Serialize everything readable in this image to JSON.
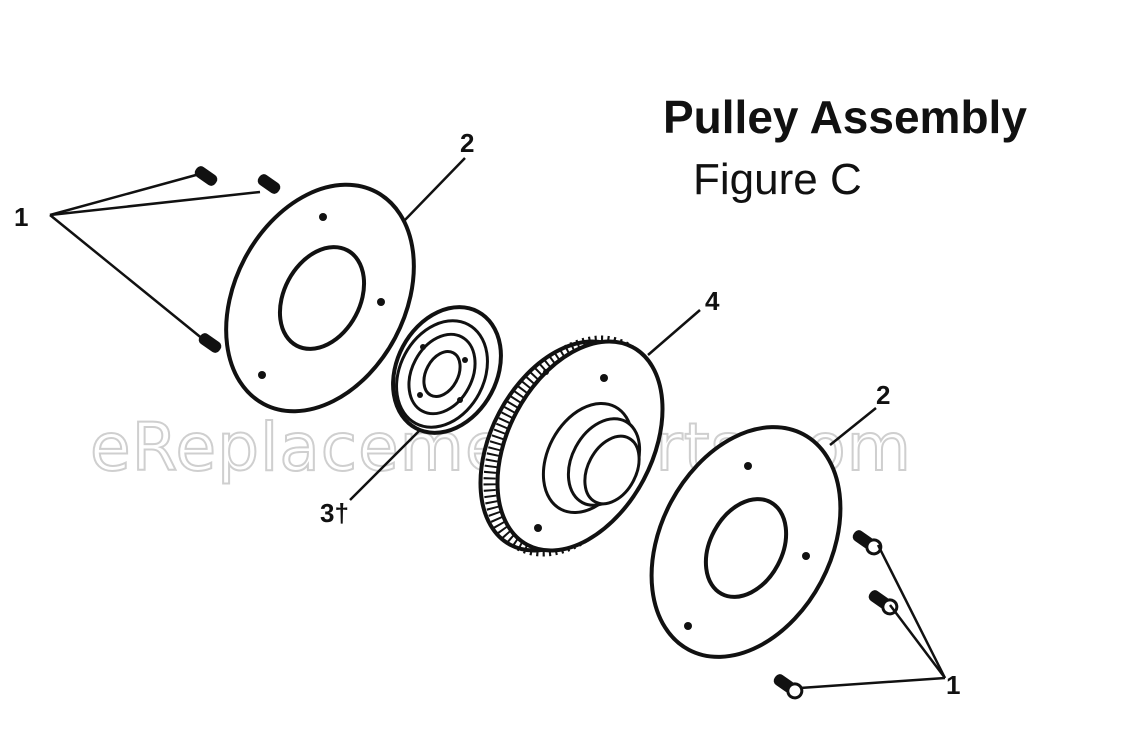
{
  "diagram": {
    "title": "Pulley Assembly",
    "subtitle": "Figure C",
    "watermark": "eReplacementParts.com",
    "callouts": {
      "screws_left": "1",
      "flange_left": "2",
      "bearing": "3†",
      "pulley": "4",
      "flange_right": "2",
      "screws_right": "1"
    },
    "colors": {
      "line": "#111111",
      "watermark": "#cfcfcf",
      "background": "#ffffff"
    }
  }
}
